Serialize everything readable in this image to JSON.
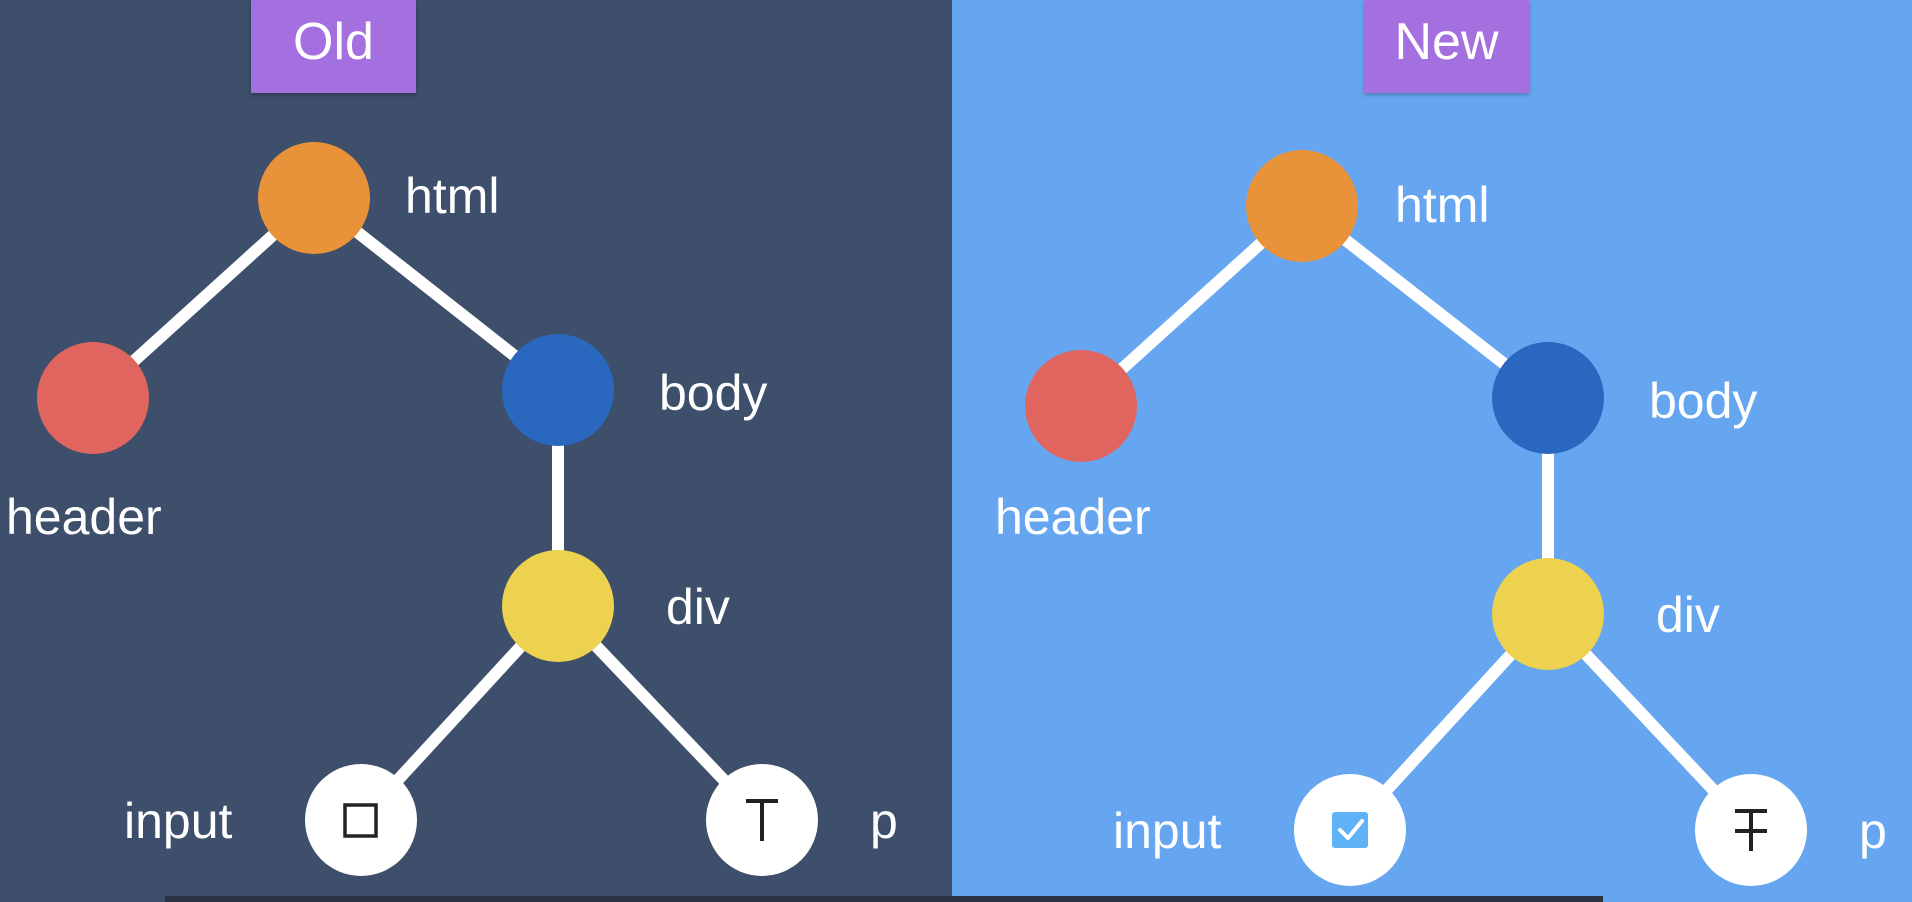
{
  "colors": {
    "old_background": "#3d4f6a",
    "new_background": "#66a6f1",
    "title_badge": "#a46fdf",
    "edge": "#ffffff",
    "html_node": "#e8923a",
    "header_node": "#e0655e",
    "body_node": "#2a67be",
    "div_node": "#ecd24f",
    "leaf_node": "#ffffff",
    "checkbox_checked": "#5fb2f5"
  },
  "old": {
    "title": "Old",
    "nodes": {
      "html": "html",
      "header": "header",
      "body": "body",
      "div": "div",
      "input": "input",
      "p": "p"
    },
    "input_icon": "empty-checkbox-icon",
    "p_icon": "text-t-icon"
  },
  "new": {
    "title": "New",
    "nodes": {
      "html": "html",
      "header": "header",
      "body": "body",
      "div": "div",
      "input": "input",
      "p": "p"
    },
    "input_icon": "checked-checkbox-icon",
    "p_icon": "strikethrough-t-icon"
  }
}
